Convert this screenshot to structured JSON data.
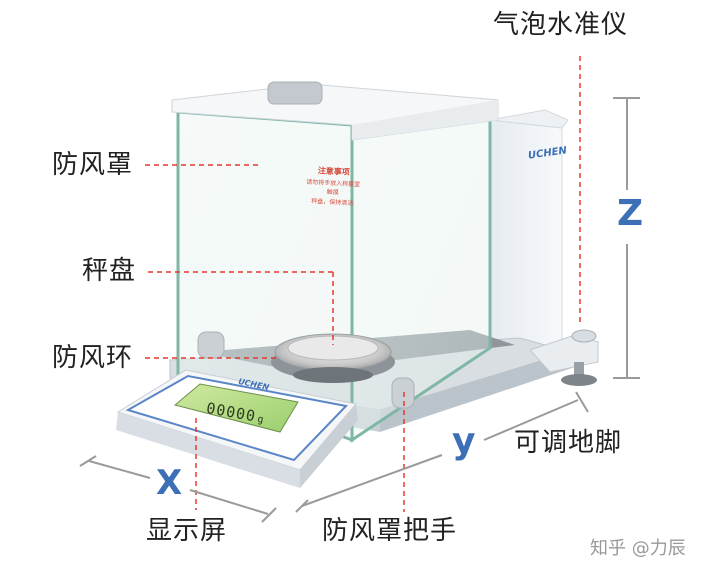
{
  "labels": {
    "level": "气泡水准仪",
    "draft_shield": "防风罩",
    "pan": "秤盘",
    "draft_ring": "防风环",
    "display": "显示屏",
    "shield_handle": "防风罩把手",
    "feet": "可调地脚"
  },
  "axes": {
    "x": "X",
    "y": "y",
    "z": "Z"
  },
  "device": {
    "brand": "UCHEN",
    "warning_title": "注意事项",
    "warning_line1": "请勿将手放入称量室触摸",
    "warning_line2": "秤盘，保持清洁",
    "display_digits": "00000",
    "display_unit": "g"
  },
  "watermark": "知乎 @力辰",
  "colors": {
    "axis": "#3d6fb6",
    "leader": "#e23a2e",
    "guide": "#9a9a9a"
  }
}
